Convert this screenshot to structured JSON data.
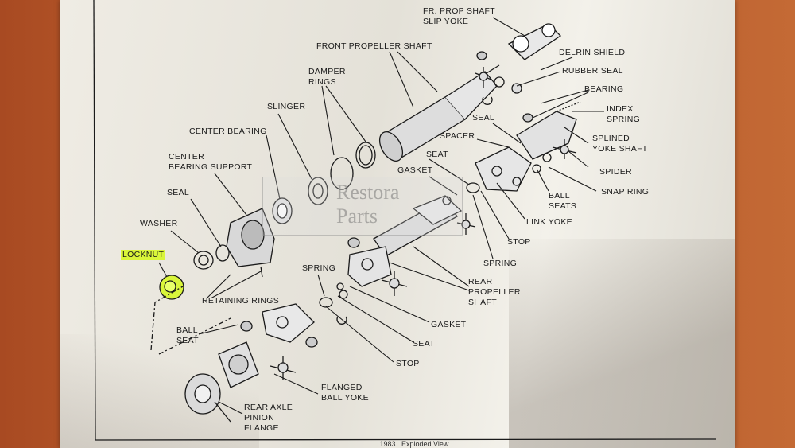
{
  "labels": {
    "fr_prop_shaft_slip_yoke": "FR. PROP SHAFT\nSLIP YOKE",
    "front_propeller_shaft": "FRONT PROPELLER SHAFT",
    "delrin_shield": "DELRIN SHIELD",
    "rubber_seal": "RUBBER SEAL",
    "bearing": "BEARING",
    "index_spring": "INDEX\nSPRING",
    "damper_rings": "DAMPER\nRINGS",
    "slinger": "SLINGER",
    "center_bearing": "CENTER BEARING",
    "seal_top": "SEAL",
    "spacer": "SPACER",
    "splined_yoke_shaft": "SPLINED\nYOKE SHAFT",
    "center_bearing_support": "CENTER\nBEARING SUPPORT",
    "seat_top": "SEAT",
    "gasket_top": "GASKET",
    "spider_right": "SPIDER",
    "snap_ring": "SNAP RING",
    "ball_seats": "BALL\nSEATS",
    "seal_left": "SEAL",
    "link_yoke": "LINK YOKE",
    "washer": "WASHER",
    "stop_right": "STOP",
    "locknut": "LOCKNUT",
    "spring_right": "SPRING",
    "spring_mid": "SPRING",
    "rear_propeller_shaft": "REAR\nPROPELLER\nSHAFT",
    "retaining_rings": "RETAINING RINGS",
    "gasket_mid": "GASKET",
    "ball_seat": "BALL\nSEAT",
    "seat_mid": "SEAT",
    "stop_mid": "STOP",
    "flanged_ball_yoke": "FLANGED\nBALL YOKE",
    "rear_axle_pinion_flange": "REAR AXLE\nPINION\nFLANGE"
  },
  "watermark": {
    "line1": "Restora",
    "line2": "Parts"
  },
  "highlight_color": "#d9f53a",
  "caption": "...1983...Exploded View"
}
